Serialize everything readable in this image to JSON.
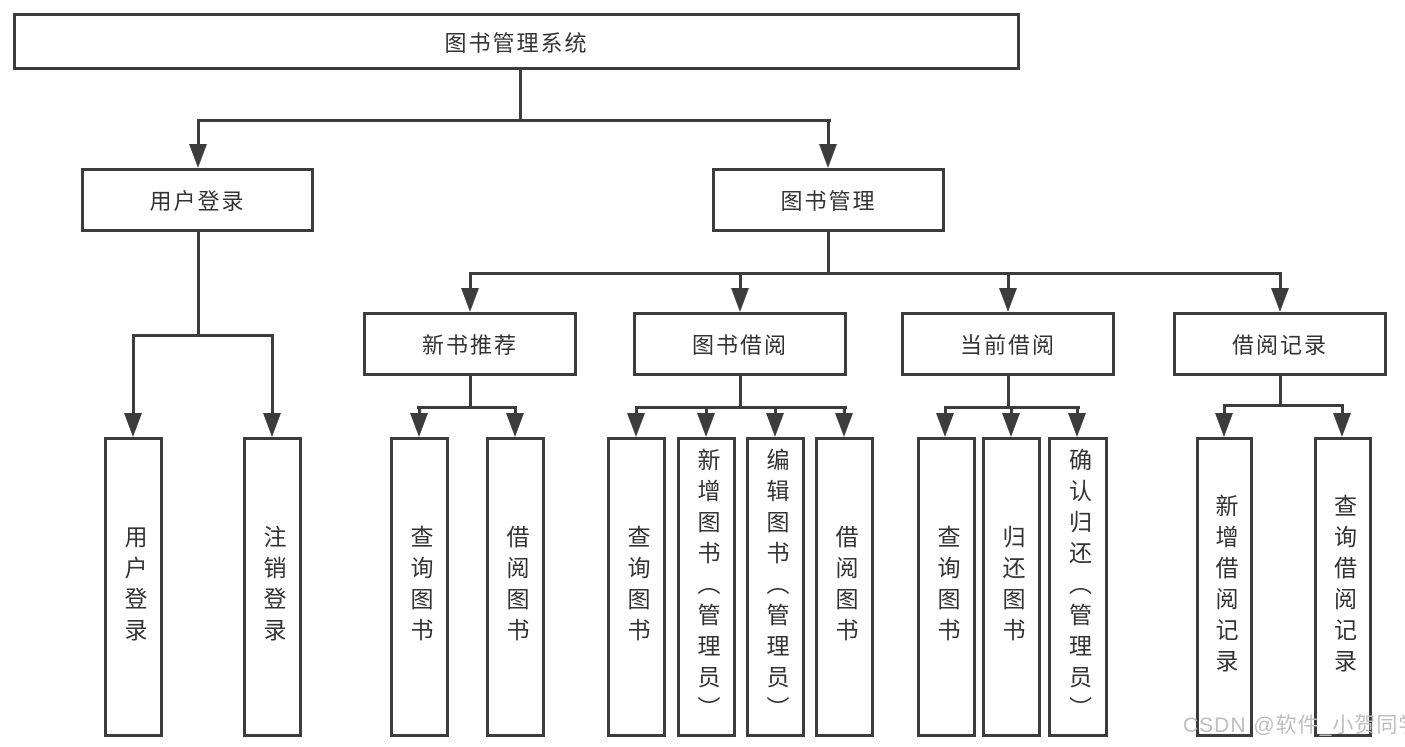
{
  "tree": {
    "root": {
      "label": "图书管理系统"
    },
    "branches": [
      {
        "label": "用户登录",
        "leaves": [
          {
            "label": "用户登录"
          },
          {
            "label": "注销登录"
          }
        ]
      },
      {
        "label": "图书管理",
        "groups": [
          {
            "label": "新书推荐",
            "leaves": [
              {
                "label": "查询图书"
              },
              {
                "label": "借阅图书"
              }
            ]
          },
          {
            "label": "图书借阅",
            "leaves": [
              {
                "label": "查询图书"
              },
              {
                "label": "新增图书（管理员）"
              },
              {
                "label": "编辑图书（管理员）"
              },
              {
                "label": "借阅图书"
              }
            ]
          },
          {
            "label": "当前借阅",
            "leaves": [
              {
                "label": "查询图书"
              },
              {
                "label": "归还图书"
              },
              {
                "label": "确认归还（管理员）"
              }
            ]
          },
          {
            "label": "借阅记录",
            "leaves": [
              {
                "label": "新增借阅记录"
              },
              {
                "label": "查询借阅记录"
              }
            ]
          }
        ]
      }
    ]
  },
  "watermark": {
    "text": "CSDN @软件_小贺同学"
  },
  "colors": {
    "line": "#3c3c3c",
    "text": "#333333",
    "watermark": "#bfbfbf",
    "background": "#ffffff"
  }
}
